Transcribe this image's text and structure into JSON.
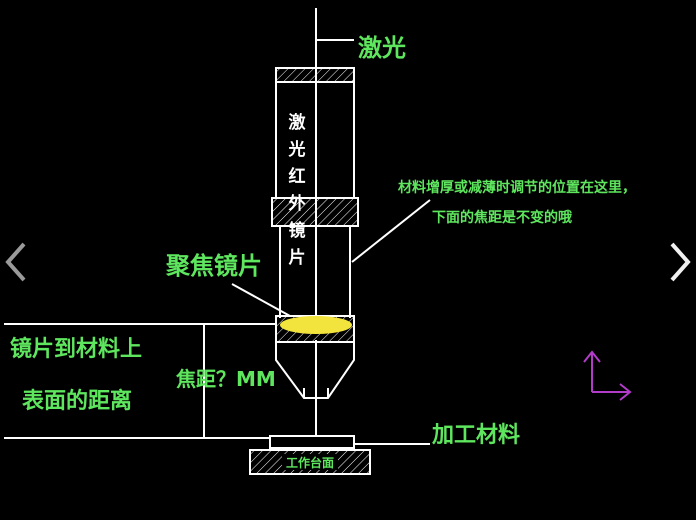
{
  "labels": {
    "laser": "激光",
    "ir_lens": [
      "激",
      "光",
      "红",
      "外",
      "镜",
      "片"
    ],
    "adjust_note_line1": "材料增厚或减薄时调节的位置在这里，",
    "adjust_note_line2": "下面的焦距是不变的哦",
    "focus_lens": "聚焦镜片",
    "distance_line1": "镜片到材料上",
    "distance_line2": "表面的距离",
    "focal_length": "焦距？MM",
    "material": "加工材料",
    "workbench": "工作台面"
  },
  "colors": {
    "label_green": "#5ee65e",
    "line_white": "#ffffff",
    "lens_yellow": "#f2e43c",
    "ucs_magenta": "#b23cc8",
    "background": "#000000"
  },
  "nav": {
    "prev_icon": "chevron-left-icon",
    "next_icon": "chevron-right-icon"
  }
}
